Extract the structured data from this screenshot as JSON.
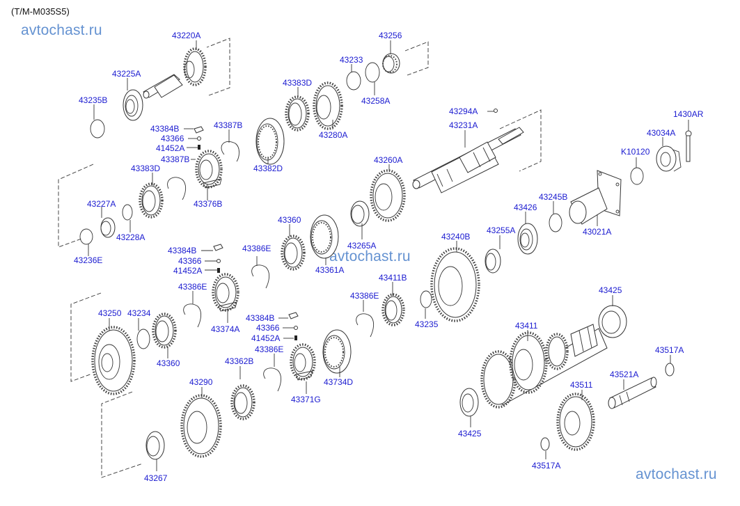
{
  "header": {
    "model_code": "(T/M-M035S5)",
    "watermarks": [
      "avtochast.ru",
      "avtochast.ru",
      "avtochast.ru"
    ]
  },
  "colors": {
    "label": "#1a1ad0",
    "watermark": "#4a7fc9",
    "line": "#333333"
  },
  "parts": [
    {
      "id": "p01",
      "number": "43220A",
      "kind": "input-shaft-gear"
    },
    {
      "id": "p02",
      "number": "43225A",
      "kind": "bearing"
    },
    {
      "id": "p03",
      "number": "43235B",
      "kind": "snap-ring"
    },
    {
      "id": "p04",
      "number": "43256",
      "kind": "needle-bearing"
    },
    {
      "id": "p05",
      "number": "43233",
      "kind": "snap-ring"
    },
    {
      "id": "p06",
      "number": "43258A",
      "kind": "ring"
    },
    {
      "id": "p07",
      "number": "43383D",
      "kind": "synchronizer-ring"
    },
    {
      "id": "p08",
      "number": "43280A",
      "kind": "gear"
    },
    {
      "id": "p09",
      "number": "43387B",
      "kind": "spring"
    },
    {
      "id": "p10",
      "number": "43382D",
      "kind": "sleeve"
    },
    {
      "id": "p11",
      "number": "43384B",
      "kind": "key"
    },
    {
      "id": "p12",
      "number": "43366",
      "kind": "ball"
    },
    {
      "id": "p13",
      "number": "41452A",
      "kind": "spring"
    },
    {
      "id": "p14",
      "number": "43387B",
      "kind": "spring"
    },
    {
      "id": "p15",
      "number": "43383D",
      "kind": "synchronizer-ring"
    },
    {
      "id": "p16",
      "number": "43376B",
      "kind": "hub"
    },
    {
      "id": "p17",
      "number": "43227A",
      "kind": "needle-bearing"
    },
    {
      "id": "p18",
      "number": "43228A",
      "kind": "ring"
    },
    {
      "id": "p19",
      "number": "43236E",
      "kind": "snap-ring"
    },
    {
      "id": "p20",
      "number": "43294A",
      "kind": "ball"
    },
    {
      "id": "p21",
      "number": "43231A",
      "kind": "main-shaft"
    },
    {
      "id": "p22",
      "number": "1430AR",
      "kind": "cotter-pin"
    },
    {
      "id": "p23",
      "number": "43034A",
      "kind": "nut"
    },
    {
      "id": "p24",
      "number": "K10120",
      "kind": "o-ring"
    },
    {
      "id": "p25",
      "number": "43260A",
      "kind": "gear"
    },
    {
      "id": "p26",
      "number": "43245B",
      "kind": "ring"
    },
    {
      "id": "p27",
      "number": "43426",
      "kind": "bearing"
    },
    {
      "id": "p28",
      "number": "43021A",
      "kind": "housing"
    },
    {
      "id": "p29",
      "number": "43360",
      "kind": "synchronizer-ring"
    },
    {
      "id": "p30",
      "number": "43386E",
      "kind": "spring"
    },
    {
      "id": "p31",
      "number": "43265A",
      "kind": "needle-bearing"
    },
    {
      "id": "p32",
      "number": "43361A",
      "kind": "sleeve"
    },
    {
      "id": "p33",
      "number": "43240B",
      "kind": "gear"
    },
    {
      "id": "p34",
      "number": "43255A",
      "kind": "needle-bearing"
    },
    {
      "id": "p35",
      "number": "43384B",
      "kind": "key"
    },
    {
      "id": "p36",
      "number": "43366",
      "kind": "ball"
    },
    {
      "id": "p37",
      "number": "41452A",
      "kind": "spring"
    },
    {
      "id": "p38",
      "number": "43386E",
      "kind": "spring"
    },
    {
      "id": "p39",
      "number": "43374A",
      "kind": "hub"
    },
    {
      "id": "p40",
      "number": "43411B",
      "kind": "synchronizer-ring"
    },
    {
      "id": "p41",
      "number": "43386E",
      "kind": "spring"
    },
    {
      "id": "p42",
      "number": "43235",
      "kind": "snap-ring"
    },
    {
      "id": "p43",
      "number": "43425",
      "kind": "bearing"
    },
    {
      "id": "p44",
      "number": "43250",
      "kind": "gear"
    },
    {
      "id": "p45",
      "number": "43234",
      "kind": "snap-ring"
    },
    {
      "id": "p46",
      "number": "43360",
      "kind": "synchronizer-ring"
    },
    {
      "id": "p47",
      "number": "43384B",
      "kind": "key"
    },
    {
      "id": "p48",
      "number": "43366",
      "kind": "ball"
    },
    {
      "id": "p49",
      "number": "41452A",
      "kind": "spring"
    },
    {
      "id": "p50",
      "number": "43386E",
      "kind": "spring"
    },
    {
      "id": "p51",
      "number": "43362B",
      "kind": "synchronizer-ring"
    },
    {
      "id": "p52",
      "number": "43371G",
      "kind": "hub"
    },
    {
      "id": "p53",
      "number": "43734D",
      "kind": "sleeve"
    },
    {
      "id": "p54",
      "number": "43411",
      "kind": "counter-shaft"
    },
    {
      "id": "p55",
      "number": "43517A",
      "kind": "washer"
    },
    {
      "id": "p56",
      "number": "43521A",
      "kind": "reverse-shaft"
    },
    {
      "id": "p57",
      "number": "43511",
      "kind": "reverse-idler-gear"
    },
    {
      "id": "p58",
      "number": "43290",
      "kind": "gear"
    },
    {
      "id": "p59",
      "number": "43267",
      "kind": "needle-bearing"
    },
    {
      "id": "p60",
      "number": "43425",
      "kind": "bearing"
    },
    {
      "id": "p61",
      "number": "43517A",
      "kind": "washer"
    }
  ]
}
